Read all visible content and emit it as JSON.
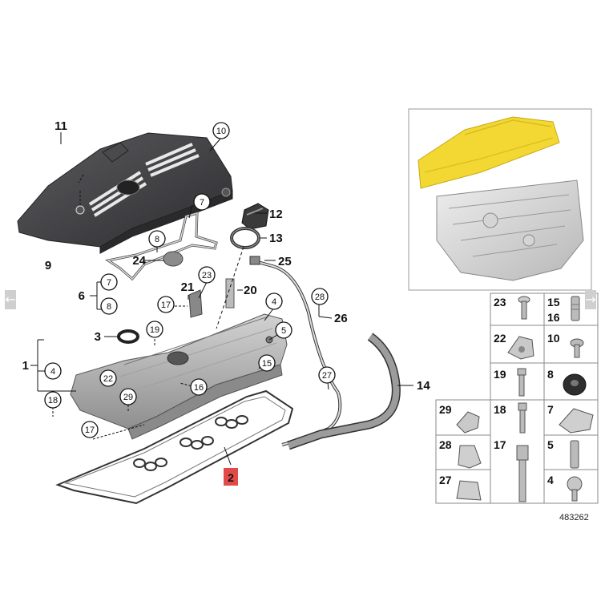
{
  "reference_number": "483262",
  "navigation": {
    "prev_glyph": "←",
    "next_glyph": "→"
  },
  "colors": {
    "highlight": "#f3d833",
    "cover": "#3b3b3d",
    "metal": "#b9b9b9",
    "badge": "#e24a4a"
  },
  "main_labels": {
    "l11": "11",
    "l10": "10",
    "l9": "9",
    "l7a": "7",
    "l8a": "8",
    "l24": "24",
    "l12": "12",
    "l13": "13",
    "l25": "25",
    "l23": "23",
    "l21": "21",
    "l20": "20",
    "l6": "6",
    "l7b": "7",
    "l8b": "8",
    "l17a": "17",
    "l4a": "4",
    "l3": "3",
    "l19": "19",
    "l5": "5",
    "l28": "28",
    "l26": "26",
    "l1": "1",
    "l4b": "4",
    "l22": "22",
    "l15": "15",
    "l16": "16",
    "l27": "27",
    "l18": "18",
    "l29": "29",
    "l14": "14",
    "l17b": "17",
    "l2": "2"
  },
  "parts_table": [
    {
      "n": "23",
      "icon": "clip-pin-icon"
    },
    {
      "n": "15",
      "icon": "stud-bolt-icon",
      "n2": "16"
    },
    {
      "n": "22",
      "icon": "nut-clip-icon"
    },
    {
      "n": "10",
      "icon": "grommet-screw-icon"
    },
    {
      "n": "19",
      "icon": "short-bolt-icon"
    },
    {
      "n": "8",
      "icon": "rubber-grommet-icon"
    },
    {
      "n": "29",
      "icon": "spring-clip-icon"
    },
    {
      "n": "18",
      "icon": "medium-bolt-icon"
    },
    {
      "n": "7",
      "icon": "bracket-icon"
    },
    {
      "n": "28",
      "icon": "hose-clip-icon"
    },
    {
      "n": "17",
      "icon": "long-bolt-icon"
    },
    {
      "n": "5",
      "icon": "stud-icon"
    },
    {
      "n": "27",
      "icon": "cable-holder-icon"
    },
    {
      "n": "4",
      "icon": "ball-stud-icon"
    }
  ]
}
